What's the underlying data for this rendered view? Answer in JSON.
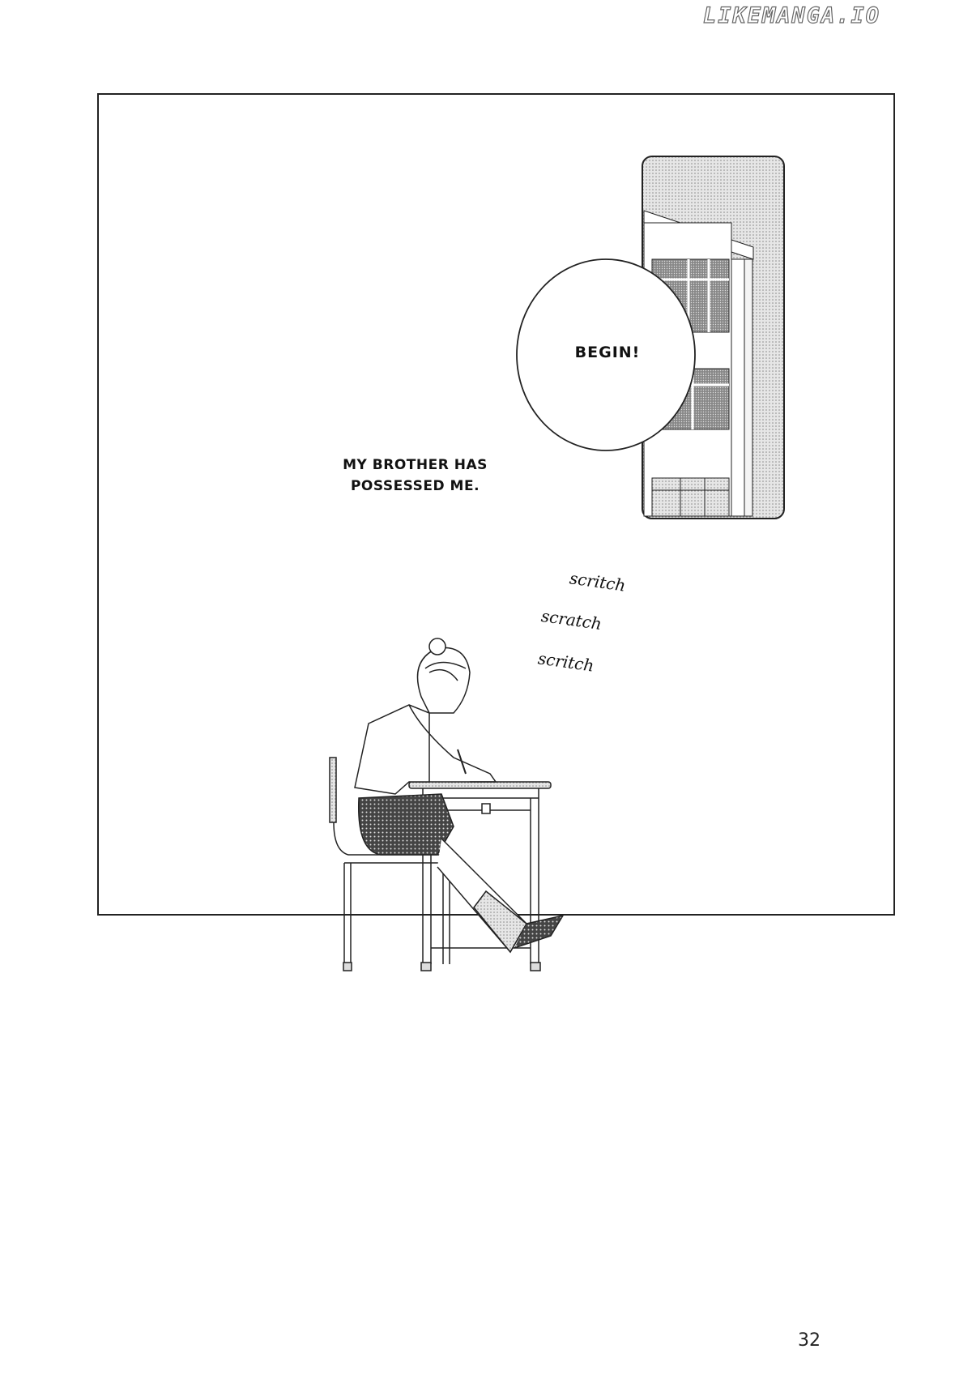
{
  "watermark": "LIKEMANGA.IO",
  "panel": {
    "speech_bubble": "BEGIN!",
    "narration": [
      "MY BROTHER HAS",
      "POSSESSED ME."
    ],
    "sfx": [
      "scritch",
      "scratch",
      "scritch"
    ]
  },
  "page_number": "32"
}
